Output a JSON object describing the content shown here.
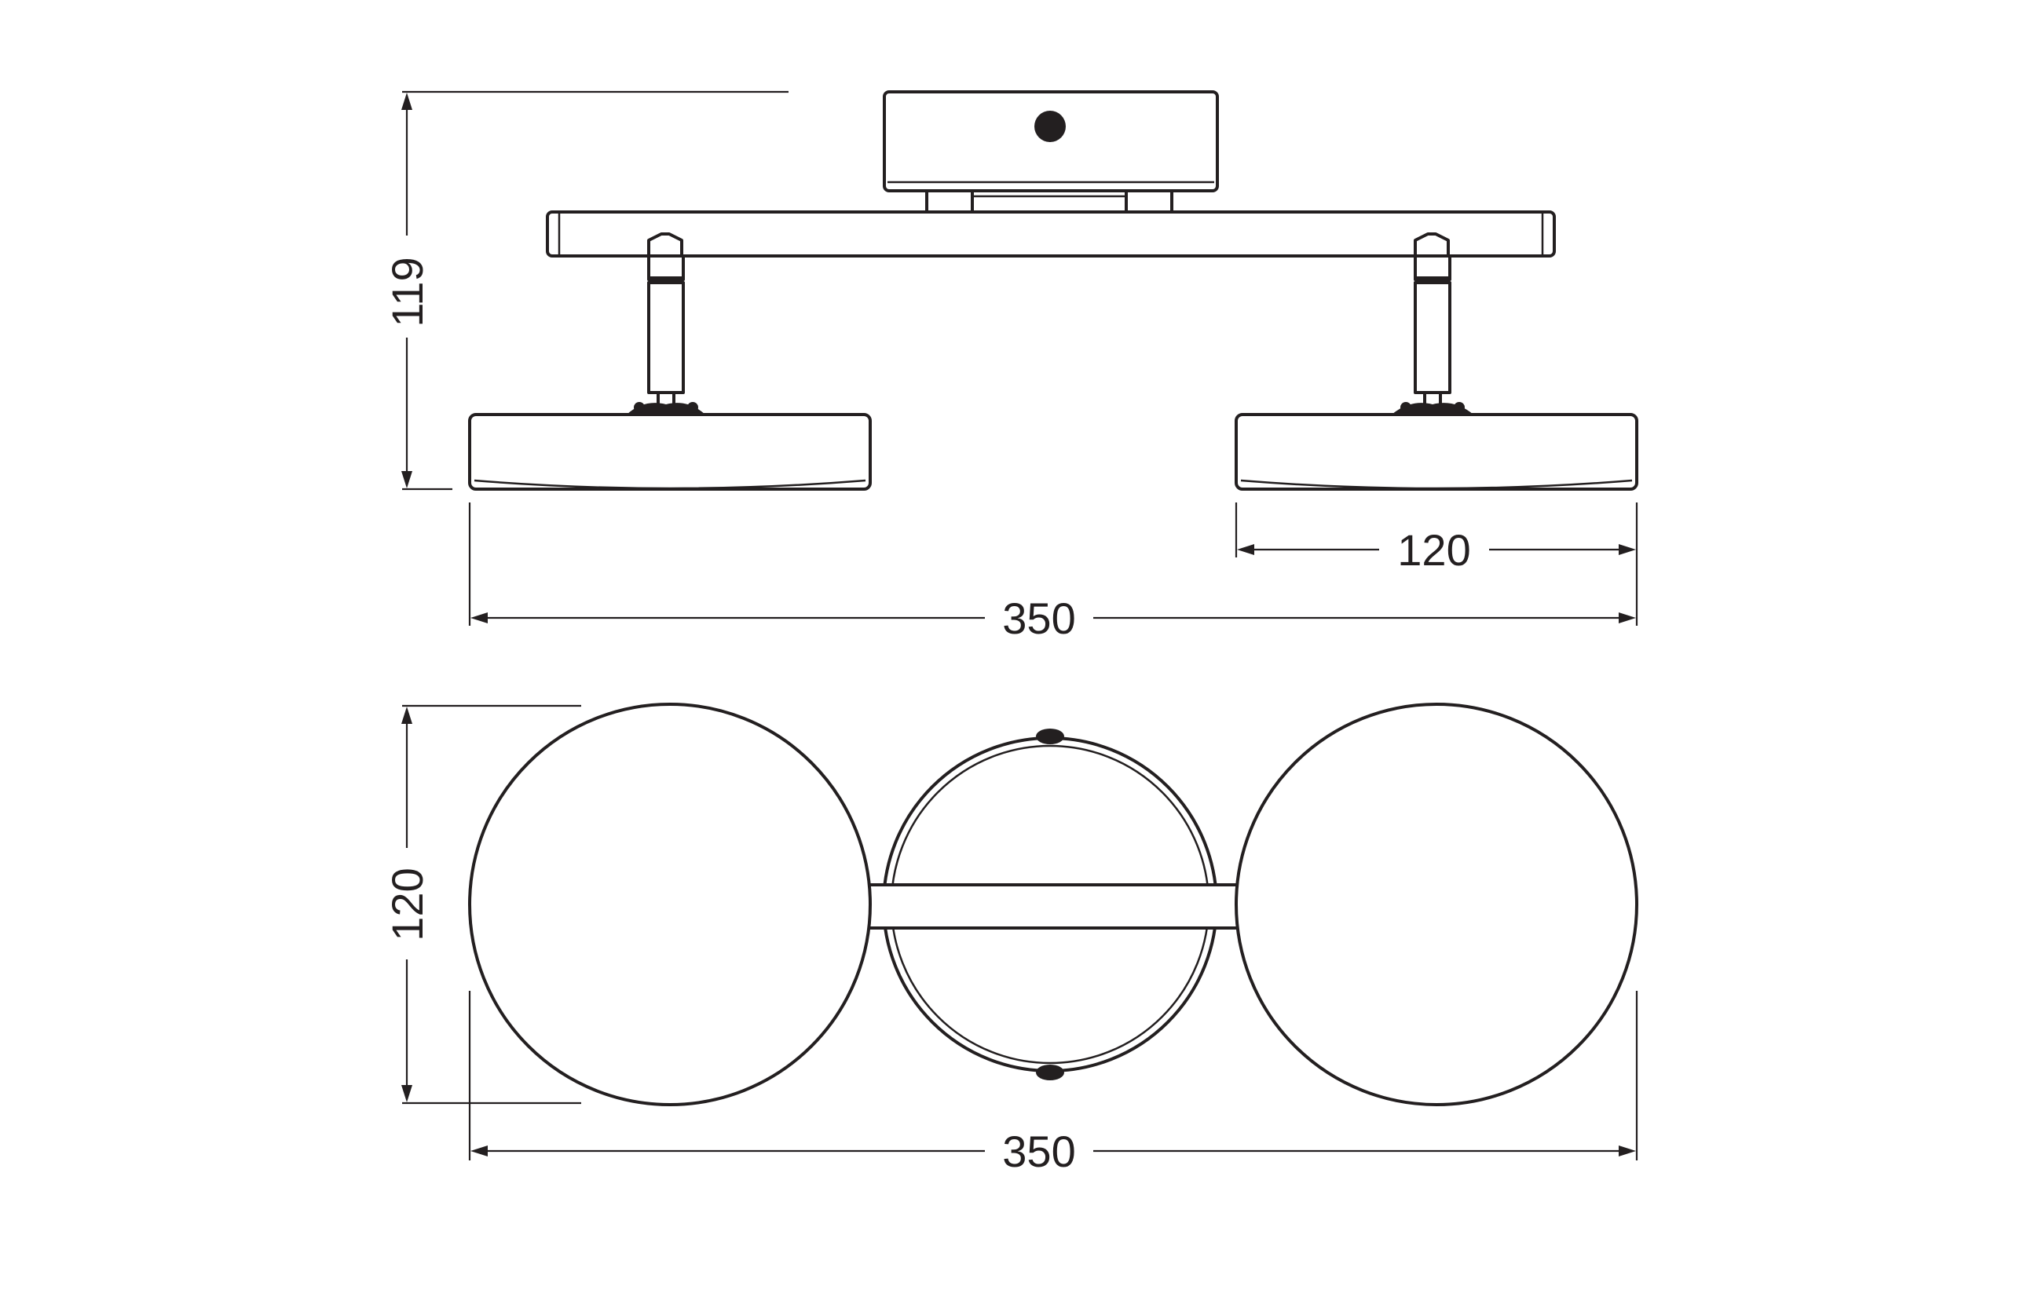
{
  "drawing": {
    "colors": {
      "line": "#231f20",
      "background": "#ffffff"
    },
    "side_view": {
      "height_label": "119",
      "head_diameter_label": "120",
      "overall_width_label": "350"
    },
    "top_view": {
      "height_label": "120",
      "overall_width_label": "350"
    }
  }
}
